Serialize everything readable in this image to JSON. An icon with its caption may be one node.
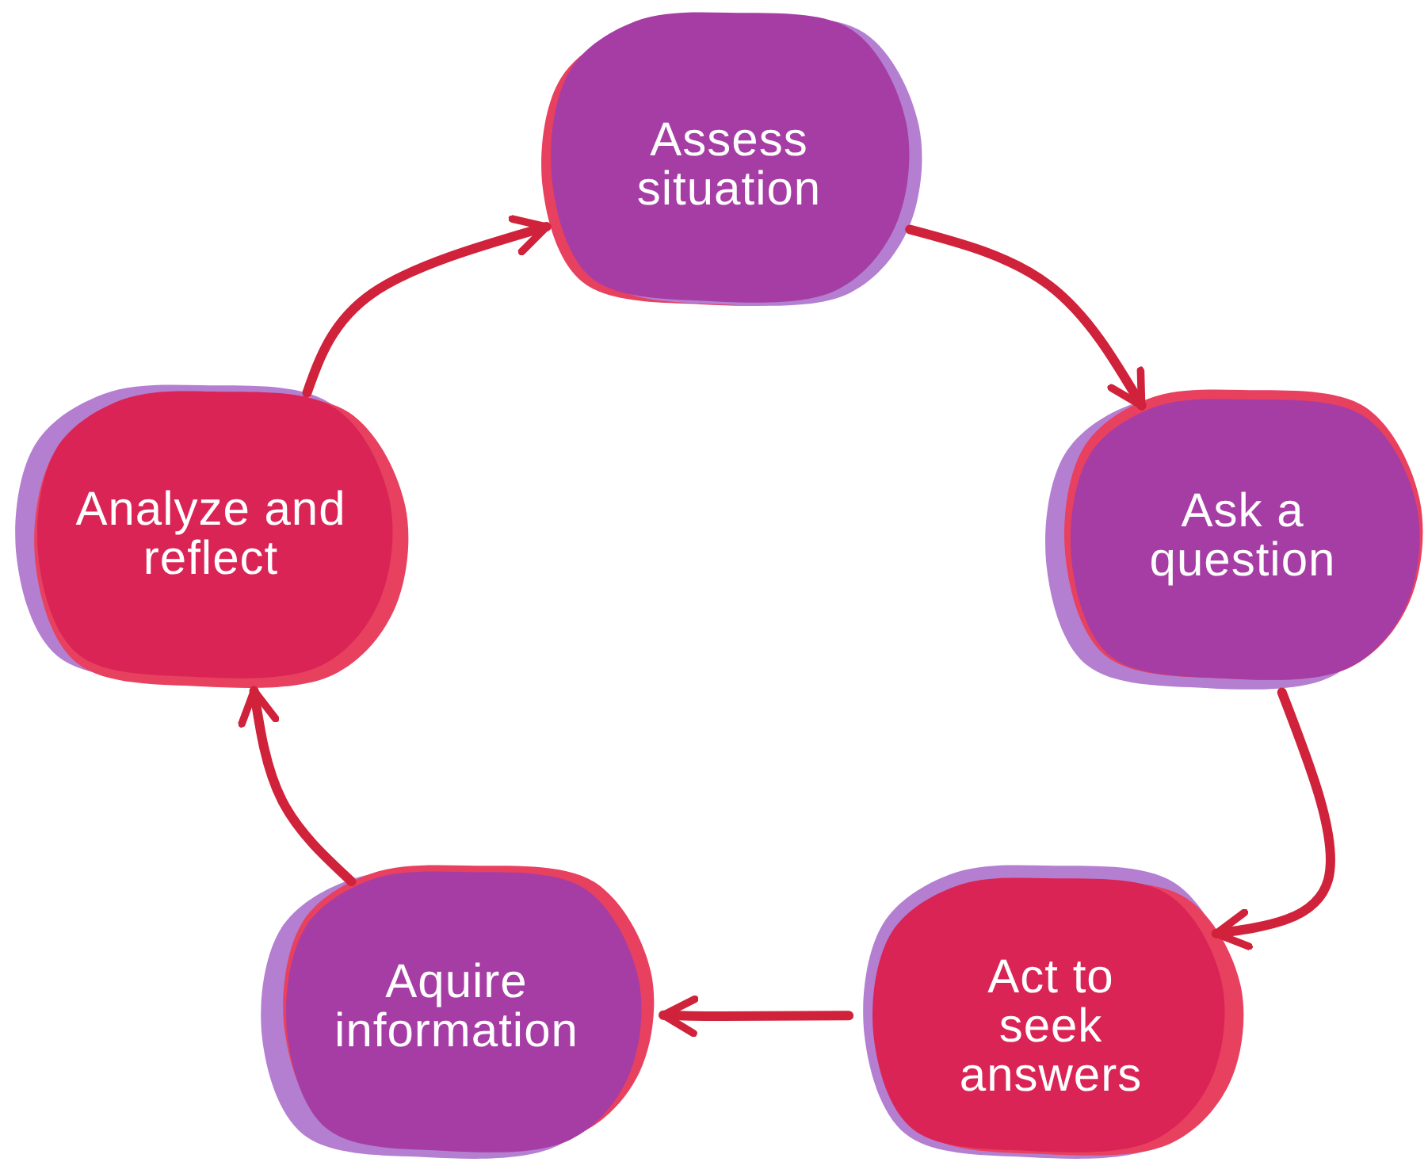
{
  "diagram": {
    "nodes": [
      {
        "text": [
          "Assess situation"
        ]
      },
      {
        "text": [
          "Ask a question"
        ]
      },
      {
        "text": [
          "Act to seek answers"
        ]
      },
      {
        "text": [
          "Aquire information"
        ]
      },
      {
        "text": [
          "Analyze and reflect"
        ]
      }
    ],
    "edges": [
      {
        "from": 0,
        "to": 1,
        "arrow": "to"
      },
      {
        "from": 1,
        "to": 2,
        "arrow": "to"
      },
      {
        "from": 2,
        "to": 3,
        "arrow": "to"
      },
      {
        "from": 3,
        "to": 4,
        "arrow": "to"
      },
      {
        "from": 4,
        "to": 0,
        "arrow": "to"
      }
    ]
  }
}
